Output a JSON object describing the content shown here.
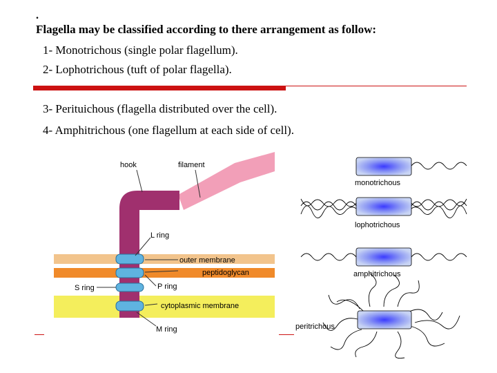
{
  "slide": {
    "bullet": ".",
    "heading": "Flagella may be classified according to there arrangement as follow:",
    "items": [
      "1- Monotrichous (single polar flagellum).",
      "2- Lophotrichous (tuft of polar flagella).",
      "3- Perituichous (flagella distributed over the cell).",
      "4-  Amphitrichous (one flagellum at each side of cell)."
    ]
  },
  "structure_diagram": {
    "labels": {
      "hook": "hook",
      "filament": "filament",
      "l_ring": "L ring",
      "outer_membrane": "outer membrane",
      "peptidoglycan": "peptidoglycan",
      "s_ring": "S ring",
      "p_ring": "P ring",
      "cytoplasmic_membrane": "cytoplasmic membrane",
      "m_ring": "M ring"
    },
    "colors": {
      "hook": "#a0306e",
      "filament": "#f29fb8",
      "ring": "#5fb3e0",
      "outer_membrane": "#f2c48c",
      "peptidoglycan": "#f08a2a",
      "cytoplasmic_membrane": "#f4ee5c"
    }
  },
  "arrangement_diagram": {
    "labels": [
      "monotrichous",
      "lophotrichous",
      "amphitrichous",
      "peritrichous"
    ],
    "colors": {
      "cell_center": "#3b3bff",
      "cell_edge": "#c8d4f4"
    }
  }
}
